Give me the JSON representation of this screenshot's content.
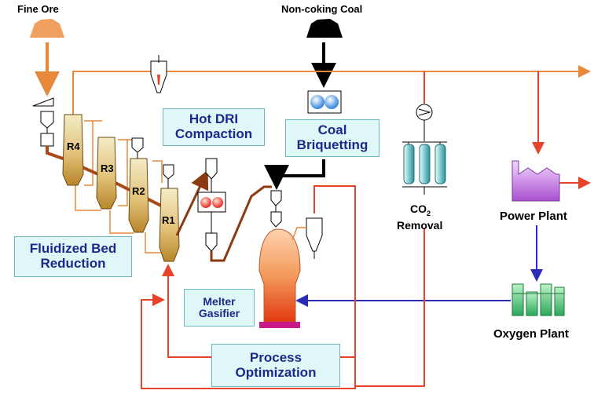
{
  "inputs": {
    "fine_ore": "Fine Ore",
    "coal": "Non-coking Coal"
  },
  "reactors": [
    "R4",
    "R3",
    "R2",
    "R1"
  ],
  "boxes": {
    "hot_dri": [
      "Hot DRI",
      "Compaction"
    ],
    "coal_briquetting": [
      "Coal",
      "Briquetting"
    ],
    "fluidized_bed": [
      "Fluidized Bed",
      "Reduction"
    ],
    "melter_gasifier": [
      "Melter",
      "Gasifier"
    ],
    "process_optimization": [
      "Process",
      "Optimization"
    ]
  },
  "labels": {
    "co2": "CO",
    "co2_sub": "2",
    "co2_removal": "Removal",
    "power_plant": "Power Plant",
    "oxygen_plant": "Oxygen Plant"
  },
  "colors": {
    "gas_line": "#e8432a",
    "orange_line": "#e8883a",
    "solid_line": "#8b3a12",
    "oxygen_line": "#2b2bb8",
    "coal_line": "#000000",
    "box_fill": "#dff7f7",
    "box_text": "#1a2a8c"
  }
}
